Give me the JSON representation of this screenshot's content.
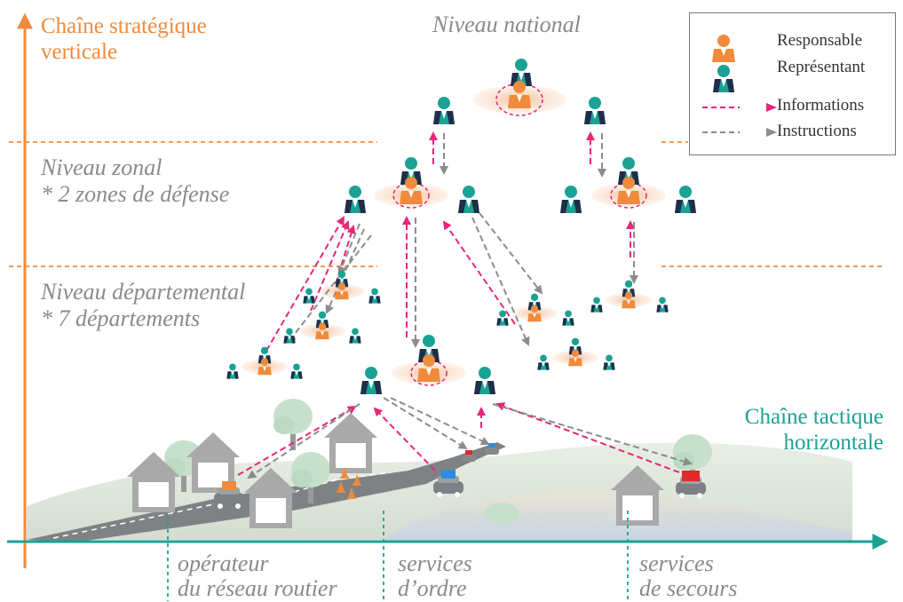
{
  "vertical_axis_title": [
    "Chaîne stratégique",
    "verticale"
  ],
  "horizontal_axis_title": [
    "Chaîne tactique",
    "horizontale"
  ],
  "levels": {
    "national": "Niveau national",
    "zonal": [
      "Niveau zonal",
      "* 2 zones de défense"
    ],
    "departemental": [
      "Niveau départemental",
      "* 7 départements"
    ]
  },
  "legend": {
    "responsable": "Responsable",
    "representant": "Représentant",
    "informations": "Informations",
    "instructions": "Instructions"
  },
  "actors": {
    "routier": [
      "opérateur",
      "du réseau routier"
    ],
    "ordre": [
      "services",
      "d’ordre"
    ],
    "secours": [
      "services",
      "de secours"
    ]
  },
  "colors": {
    "orange": "#f08a3c",
    "teal": "#1aa294",
    "informations": "#e8267a",
    "instructions": "#8c8c8c"
  }
}
